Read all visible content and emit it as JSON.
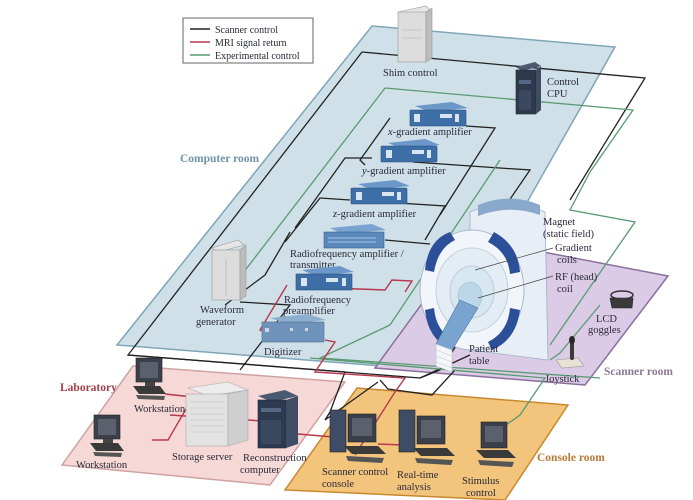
{
  "legend": {
    "items": [
      {
        "label": "Scanner control",
        "color": "#222222"
      },
      {
        "label": "MRI signal return",
        "color": "#b8384e"
      },
      {
        "label": "Experimental control",
        "color": "#5a9a72"
      }
    ]
  },
  "rooms": {
    "computer_room": {
      "label": "Computer room",
      "fill": "#cfe0e8",
      "stroke": "#7fa6b8",
      "label_color": "#6f93a8"
    },
    "scanner_room": {
      "label": "Scanner room",
      "fill": "#dccbe6",
      "stroke": "#8a6e9c",
      "label_color": "#8c7898"
    },
    "laboratory": {
      "label": "Laboratory",
      "fill": "#f6d8d6",
      "stroke": "#cfa2a2",
      "label_color": "#a4404a"
    },
    "console_room": {
      "label": "Console room",
      "fill": "#f2c47c",
      "stroke": "#c8882e",
      "label_color": "#b87a3a"
    }
  },
  "components": {
    "shim_control": "Shim control",
    "control_cpu_l1": "Control",
    "control_cpu_l2": "CPU",
    "x_grad_var": "x",
    "x_grad_rest": "-gradient amplifier",
    "y_grad_var": "y",
    "y_grad_rest": "-gradient amplifier",
    "z_grad_var": "z",
    "z_grad_rest": "-gradient amplifier",
    "rf_amp_l1": "Radiofrequency amplifier /",
    "rf_amp_l2": "transmitter",
    "rf_pre_l1": "Radiofrequency",
    "rf_pre_l2": "preamplifier",
    "waveform_l1": "Waveform",
    "waveform_l2": "generator",
    "digitizer": "Digitizer",
    "magnet_l1": "Magnet",
    "magnet_l2": "(static field)",
    "gradient_coils_l1": "Gradient",
    "gradient_coils_l2": "coils",
    "rf_coil_l1": "RF (head)",
    "rf_coil_l2": "coil",
    "patient_table_l1": "Patient",
    "patient_table_l2": "table",
    "lcd_l1": "LCD",
    "lcd_l2": "goggles",
    "joystick": "Joystick",
    "workstation_1": "Workstation",
    "workstation_2": "Workstation",
    "storage_server": "Storage server",
    "recon_l1": "Reconstruction",
    "recon_l2": "computer",
    "scanner_console_l1": "Scanner control",
    "scanner_console_l2": "console",
    "realtime_l1": "Real-time",
    "realtime_l2": "analysis",
    "stimulus_l1": "Stimulus",
    "stimulus_l2": "control"
  }
}
